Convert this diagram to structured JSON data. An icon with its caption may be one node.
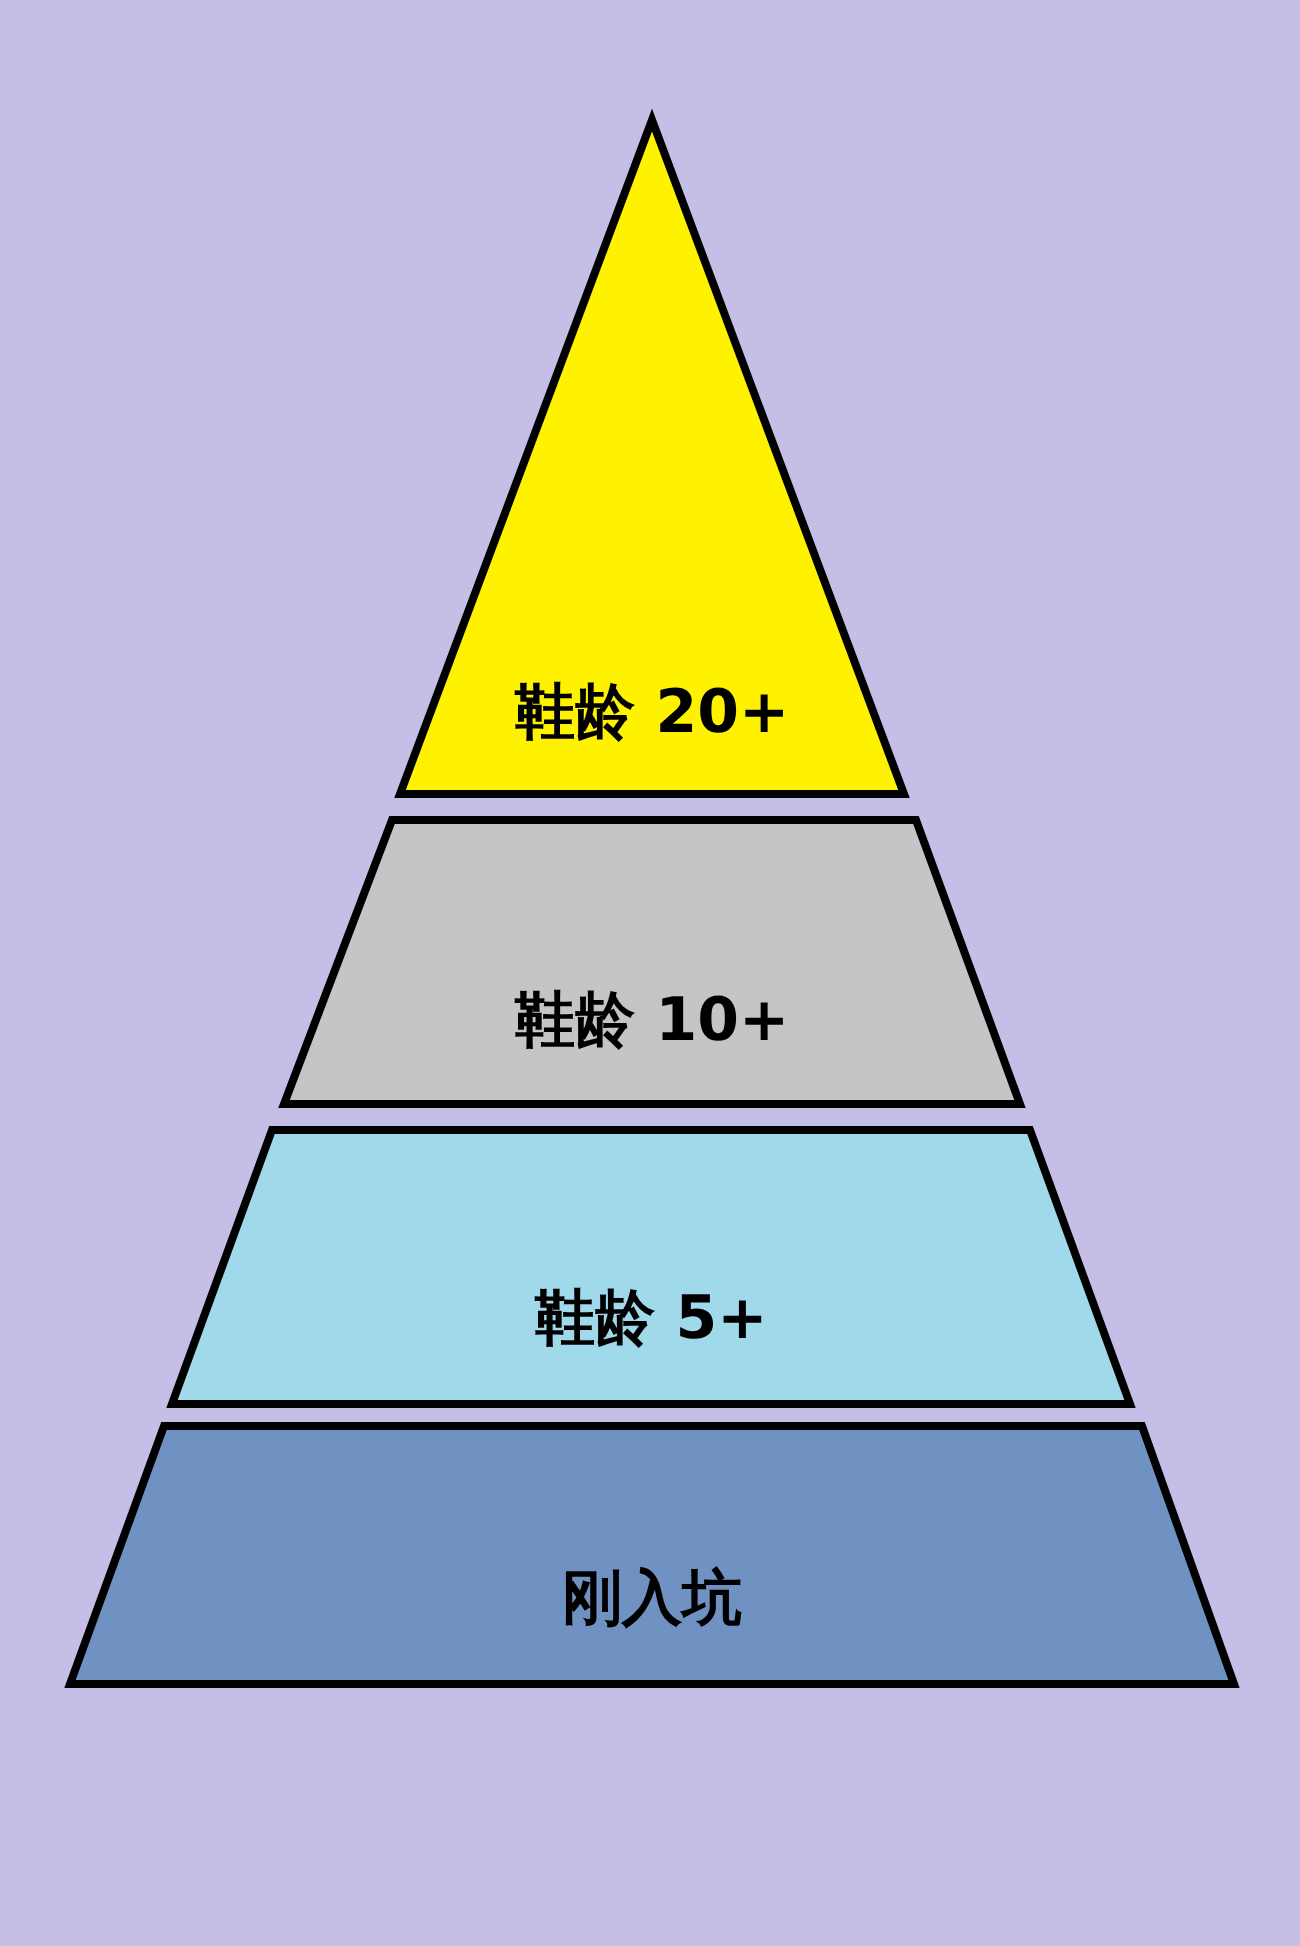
{
  "diagram": {
    "nodes": [
      {
        "text": [
          "鞋龄 20+"
        ]
      },
      {
        "text": [
          "鞋龄 10+"
        ]
      },
      {
        "text": [
          "鞋龄 5+"
        ]
      },
      {
        "text": [
          "刚入坑"
        ]
      }
    ]
  }
}
